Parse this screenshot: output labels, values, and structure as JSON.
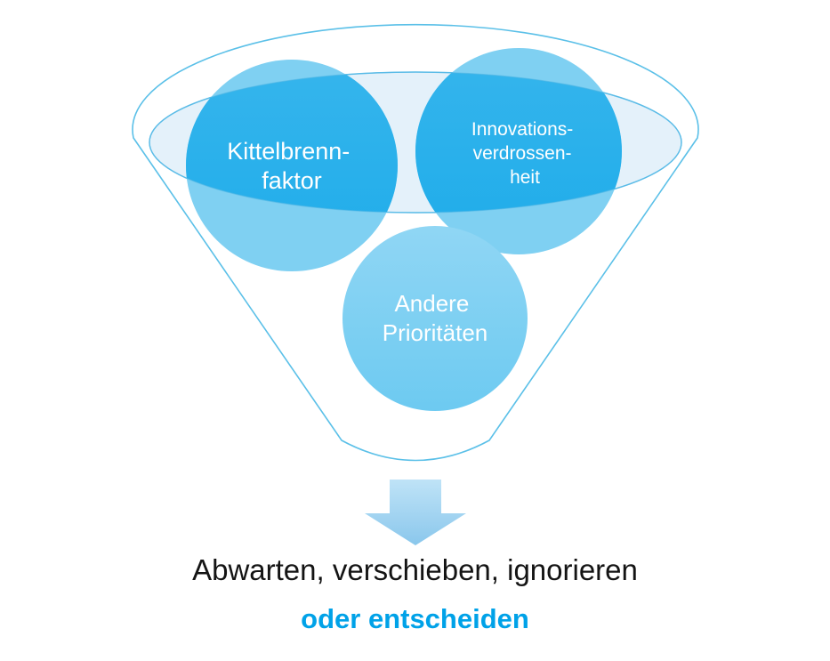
{
  "diagram": {
    "circles": [
      {
        "id": "kittelbrennfaktor",
        "lines": [
          "Kittelbrenn-",
          "faktor"
        ]
      },
      {
        "id": "innovationsverdrossenheit",
        "lines": [
          "Innovations-",
          "verdrossen-",
          "heit"
        ]
      },
      {
        "id": "andere-prioritaeten",
        "lines": [
          "Andere",
          "Prioritäten"
        ]
      }
    ]
  },
  "caption": {
    "main": "Abwarten, verschieben, ignorieren",
    "highlight": "oder entscheiden"
  },
  "colors": {
    "funnel_outline": "#5bc0e8",
    "ellipse_fill": "#e4f1fa",
    "circle_blue": "#1aace9",
    "circle_light": "#7fd0f2",
    "arrow_top": "#b5def5",
    "arrow_bottom": "#8ec9ec",
    "highlight_text": "#00a2e8",
    "main_text": "#141414"
  }
}
